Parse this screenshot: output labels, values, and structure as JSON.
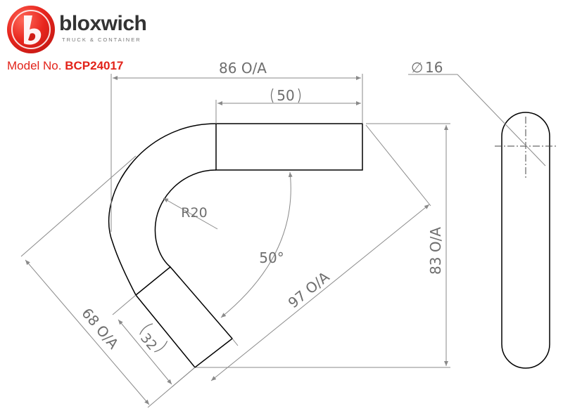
{
  "brand": {
    "name": "bloxwich",
    "tagline": "TRUCK & CONTAINER",
    "logo_letter": "b",
    "red": "#e2231a"
  },
  "model": {
    "label": "Model No.",
    "number": "BCP24017"
  },
  "dimensions": {
    "overall_width": "86 O/A",
    "straight_length": "50",
    "diameter_symbol": "∅",
    "diameter_value": "16",
    "bend_radius": "R20",
    "bend_angle": "50°",
    "diagonal_length": "97 O/A",
    "overall_height": "83 O/A",
    "leg_overall": "68 O/A",
    "leg_length": "32"
  }
}
